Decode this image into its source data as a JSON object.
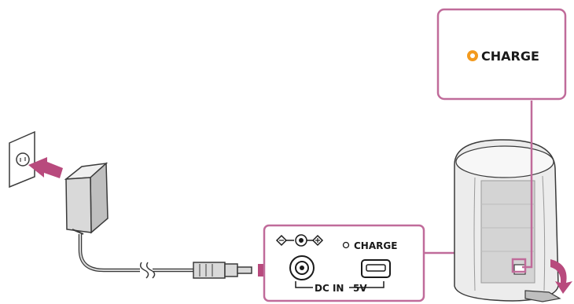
{
  "callout": {
    "indicator_label": "CHARGE",
    "indicator_color": "#f39a1e"
  },
  "panel": {
    "charge_label": "CHARGE",
    "port_label": "DC IN",
    "voltage_label": "5V"
  },
  "colors": {
    "callout_border": "#c06b9a",
    "arrow": "#b84a7d",
    "device_fill": "#d9d9d9",
    "outline": "#3a3a3a"
  },
  "icons": [
    "wall-outlet-icon",
    "ac-adapter-icon",
    "speaker-icon",
    "polarity-icon",
    "rotate-arrow-icon"
  ]
}
